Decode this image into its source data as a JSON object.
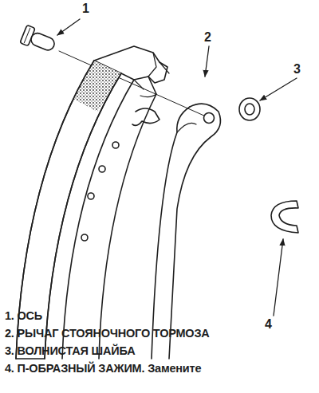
{
  "diagram": {
    "labels": [
      "1",
      "2",
      "3",
      "4",
      "1. ОСЬ",
      "2. РЫЧАГ СТОЯНОЧНОГО ТОРМОЗА",
      "3. ВОЛНИСТАЯ ШАЙБА",
      "4. П-ОБРАЗНЫЙ ЗАЖИМ. Замените"
    ]
  }
}
